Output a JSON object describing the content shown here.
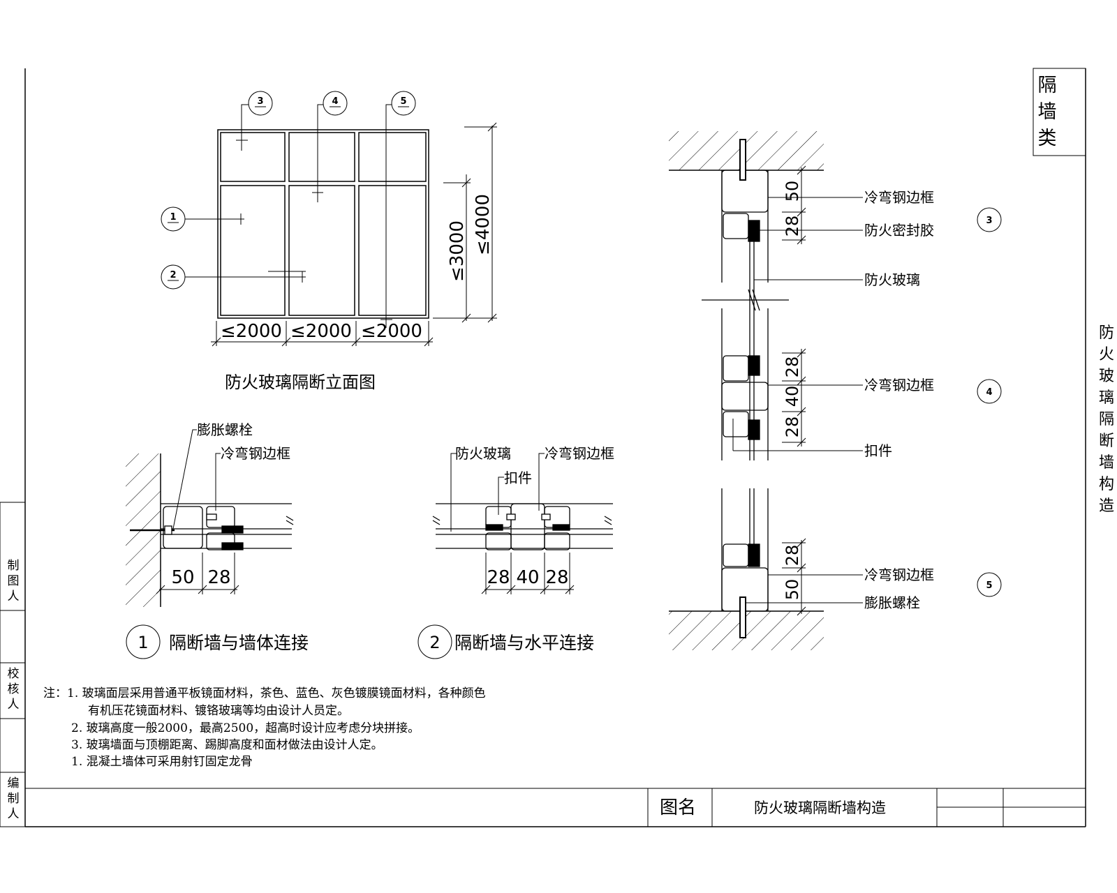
{
  "elevation": {
    "title": "防火玻璃隔断立面图",
    "width_labels": [
      "≤2000",
      "≤2000",
      "≤2000"
    ],
    "height_inner": "≤3000",
    "height_outer": "≤4000",
    "callouts": [
      "1",
      "2",
      "3",
      "4",
      "5"
    ]
  },
  "detail1": {
    "number": "1",
    "title": "隔断墙与墙体连接",
    "label_bolt": "膨胀螺栓",
    "label_frame": "冷弯钢边框",
    "dims": [
      "50",
      "28"
    ]
  },
  "detail2": {
    "number": "2",
    "title": "隔断墙与水平连接",
    "label_glass": "防火玻璃",
    "label_frame": "冷弯钢边框",
    "label_clip": "扣件",
    "dims": [
      "28",
      "40",
      "28"
    ]
  },
  "section": {
    "labels": {
      "frame_top": "冷弯钢边框",
      "sealant": "防火密封胶",
      "glass": "防火玻璃",
      "frame_mid": "冷弯钢边框",
      "clip": "扣件",
      "frame_bottom": "冷弯钢边框",
      "bolt": "膨胀螺栓"
    },
    "dims_top": [
      "50",
      "28"
    ],
    "dims_mid": [
      "28",
      "40",
      "28"
    ],
    "dims_bottom": [
      "28",
      "50"
    ],
    "callouts": [
      "3",
      "4",
      "5"
    ]
  },
  "notes": {
    "prefix": "注：",
    "lines": [
      "1. 玻璃面层采用普通平板镜面材料，茶色、蓝色、灰色镀膜镜面材料，各种颜色",
      "有机压花镜面材料、镀铬玻璃等均由设计人员定。",
      "2. 玻璃高度一般2000，最高2500，超高时设计应考虑分块拼接。",
      "3. 玻璃墙面与顶棚距离、踢脚高度和面材做法由设计人定。",
      "1. 混凝土墙体可采用射钉固定龙骨"
    ]
  },
  "title_block": {
    "name_label": "图名",
    "name_value": "防火玻璃隔断墙构造",
    "category": "隔墙类",
    "side_title": "防火玻璃隔断墙构造",
    "roles": [
      "制图人",
      "校核人",
      "编制人"
    ]
  }
}
